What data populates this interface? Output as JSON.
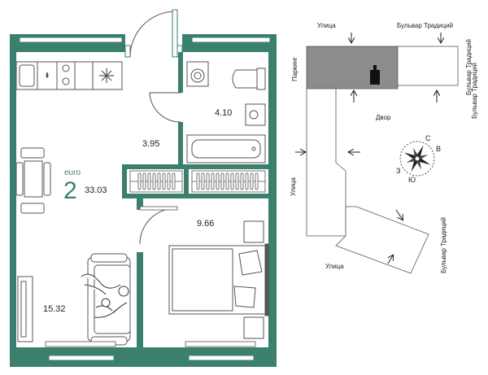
{
  "colors": {
    "wall": "#3b7f6e",
    "wall_dark": "#2f6b5c",
    "accent_text": "#3b7f6e",
    "fixture": "#555555",
    "parking": "#8c8c8c",
    "building": "#ffffff"
  },
  "plan": {
    "brand": "euro",
    "room_count": "2",
    "total_area": "33.03",
    "rooms": [
      {
        "name": "bathroom",
        "area": "4.10"
      },
      {
        "name": "hallway",
        "area": "3.95"
      },
      {
        "name": "bedroom",
        "area": "9.66"
      },
      {
        "name": "living-kitchen",
        "area": "15.32"
      }
    ]
  },
  "site": {
    "labels": {
      "street_top": "Улица",
      "boulevard_top": "Бульвар Традиций",
      "parking": "Паркинг",
      "boulevard_right_top": "Бульвар Традиций",
      "yard": "Двор",
      "street_left": "Улица",
      "boulevard_right_bottom": "Бульвар Традиций",
      "street_bottom": "Улица"
    },
    "compass": {
      "north": "С",
      "east": "В",
      "south": "Ю",
      "west": "З"
    }
  }
}
